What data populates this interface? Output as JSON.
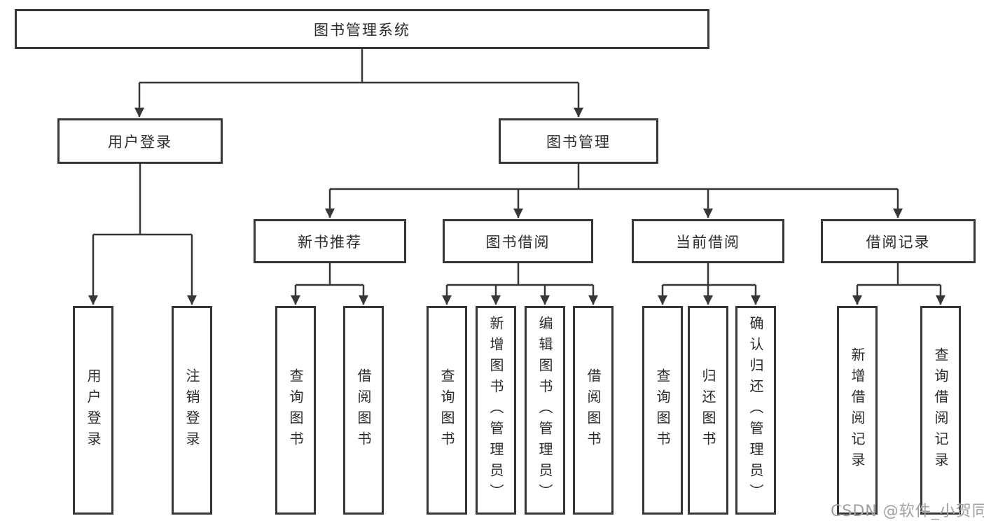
{
  "tree": {
    "root": "图书管理系统",
    "branches": [
      {
        "label": "用户登录",
        "children": [
          "用户登录",
          "注销登录"
        ]
      },
      {
        "label": "图书管理",
        "modules": [
          {
            "label": "新书推荐",
            "children": [
              "查询图书",
              "借阅图书"
            ]
          },
          {
            "label": "图书借阅",
            "children": [
              "查询图书",
              "新增图书（管理员）",
              "编辑图书（管理员）",
              "借阅图书"
            ]
          },
          {
            "label": "当前借阅",
            "children": [
              "查询图书",
              "归还图书",
              "确认归还（管理员）"
            ]
          },
          {
            "label": "借阅记录",
            "children": [
              "新增借阅记录",
              "查询借阅记录"
            ]
          }
        ]
      }
    ]
  },
  "watermark": "CSDN @软件_小贺同学",
  "colors": {
    "line": "#373737",
    "box_border": "#373737",
    "text": "#2b2b2b",
    "background": "#ffffff",
    "watermark": "#a0a0a0"
  }
}
